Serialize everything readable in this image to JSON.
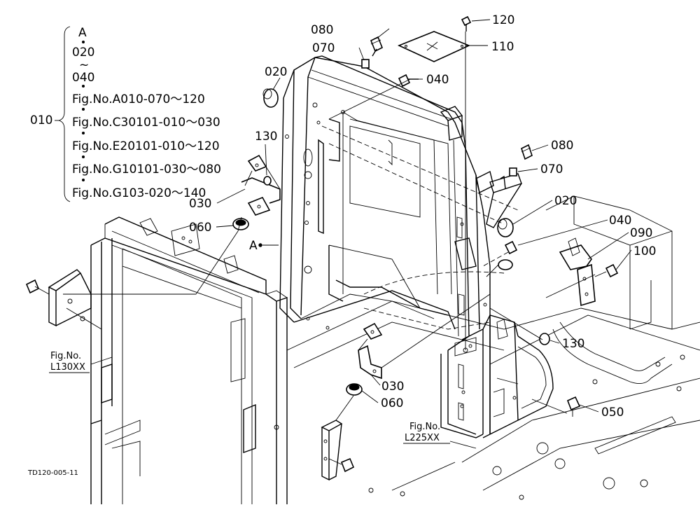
{
  "drawing_code": "TD120-005-11",
  "group_bracket": {
    "main_label": "010",
    "items": [
      "A",
      "020",
      "~",
      "040",
      "Fig.No.A010-070～120",
      "Fig.No.C30101-010～030",
      "Fig.No.E20101-010～120",
      "Fig.No.G10101-030～080",
      "Fig.No.G103-020～140"
    ]
  },
  "callouts": {
    "p080_top": "080",
    "p070_top": "070",
    "p020_left": "020",
    "p040_top": "040",
    "p120": "120",
    "p110": "110",
    "p130_left": "130",
    "p030_left": "030",
    "p060_left": "060",
    "pA": "A",
    "p080_right": "080",
    "p070_right": "070",
    "p020_right": "020",
    "p040_right": "040",
    "p090": "090",
    "p100": "100",
    "p130_right": "130",
    "p030_bottom": "030",
    "p060_bottom": "060",
    "p050": "050"
  },
  "figure_refs": {
    "left": [
      "Fig.No.",
      "L130XX"
    ],
    "right": [
      "Fig.No.",
      "L225XX"
    ]
  }
}
